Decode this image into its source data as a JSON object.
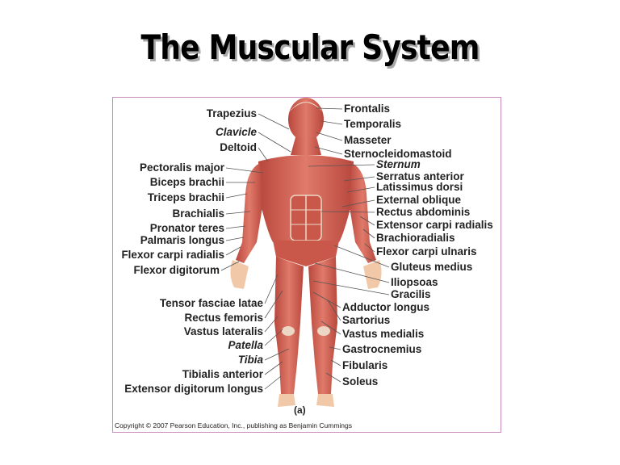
{
  "slide": {
    "title": "The Muscular System"
  },
  "figure": {
    "left_labels": [
      {
        "text": "Trapezius",
        "italic": false
      },
      {
        "text": "Clavicle",
        "italic": true
      },
      {
        "text": "Deltoid",
        "italic": false
      },
      {
        "text": "Pectoralis major",
        "italic": false
      },
      {
        "text": "Biceps brachii",
        "italic": false
      },
      {
        "text": "Triceps brachii",
        "italic": false
      },
      {
        "text": "Brachialis",
        "italic": false
      },
      {
        "text": "Pronator teres",
        "italic": false
      },
      {
        "text": "Palmaris longus",
        "italic": false
      },
      {
        "text": "Flexor carpi radialis",
        "italic": false
      },
      {
        "text": "Flexor digitorum",
        "italic": false
      },
      {
        "text": "Tensor fasciae latae",
        "italic": false
      },
      {
        "text": "Rectus femoris",
        "italic": false
      },
      {
        "text": "Vastus lateralis",
        "italic": false
      },
      {
        "text": "Patella",
        "italic": true
      },
      {
        "text": "Tibia",
        "italic": true
      },
      {
        "text": "Tibialis anterior",
        "italic": false
      },
      {
        "text": "Extensor digitorum longus",
        "italic": false
      }
    ],
    "right_labels": [
      {
        "text": "Frontalis",
        "italic": false
      },
      {
        "text": "Temporalis",
        "italic": false
      },
      {
        "text": "Masseter",
        "italic": false
      },
      {
        "text": "Sternocleidomastoid",
        "italic": false
      },
      {
        "text": "Sternum",
        "italic": true
      },
      {
        "text": "Serratus anterior",
        "italic": false
      },
      {
        "text": "Latissimus dorsi",
        "italic": false
      },
      {
        "text": "External oblique",
        "italic": false
      },
      {
        "text": "Rectus abdominis",
        "italic": false
      },
      {
        "text": "Extensor carpi radialis",
        "italic": false
      },
      {
        "text": "Brachioradialis",
        "italic": false
      },
      {
        "text": "Flexor carpi ulnaris",
        "italic": false
      },
      {
        "text": "Gluteus medius",
        "italic": false
      },
      {
        "text": "Iliopsoas",
        "italic": false
      },
      {
        "text": "Gracilis",
        "italic": false
      },
      {
        "text": "Adductor longus",
        "italic": false
      },
      {
        "text": "Sartorius",
        "italic": false
      },
      {
        "text": "Vastus medialis",
        "italic": false
      },
      {
        "text": "Gastrocnemius",
        "italic": false
      },
      {
        "text": "Fibularis",
        "italic": false
      },
      {
        "text": "Soleus",
        "italic": false
      }
    ],
    "panel_label": "(a)",
    "copyright": "Copyright © 2007 Pearson Education, Inc., publishing as Benjamin Cummings",
    "colors": {
      "frame": "#c98bbc",
      "muscle": "#d9685a",
      "muscle_dark": "#b8473d",
      "tendon": "#ecd7c4",
      "skin": "#f2c9a8"
    }
  }
}
